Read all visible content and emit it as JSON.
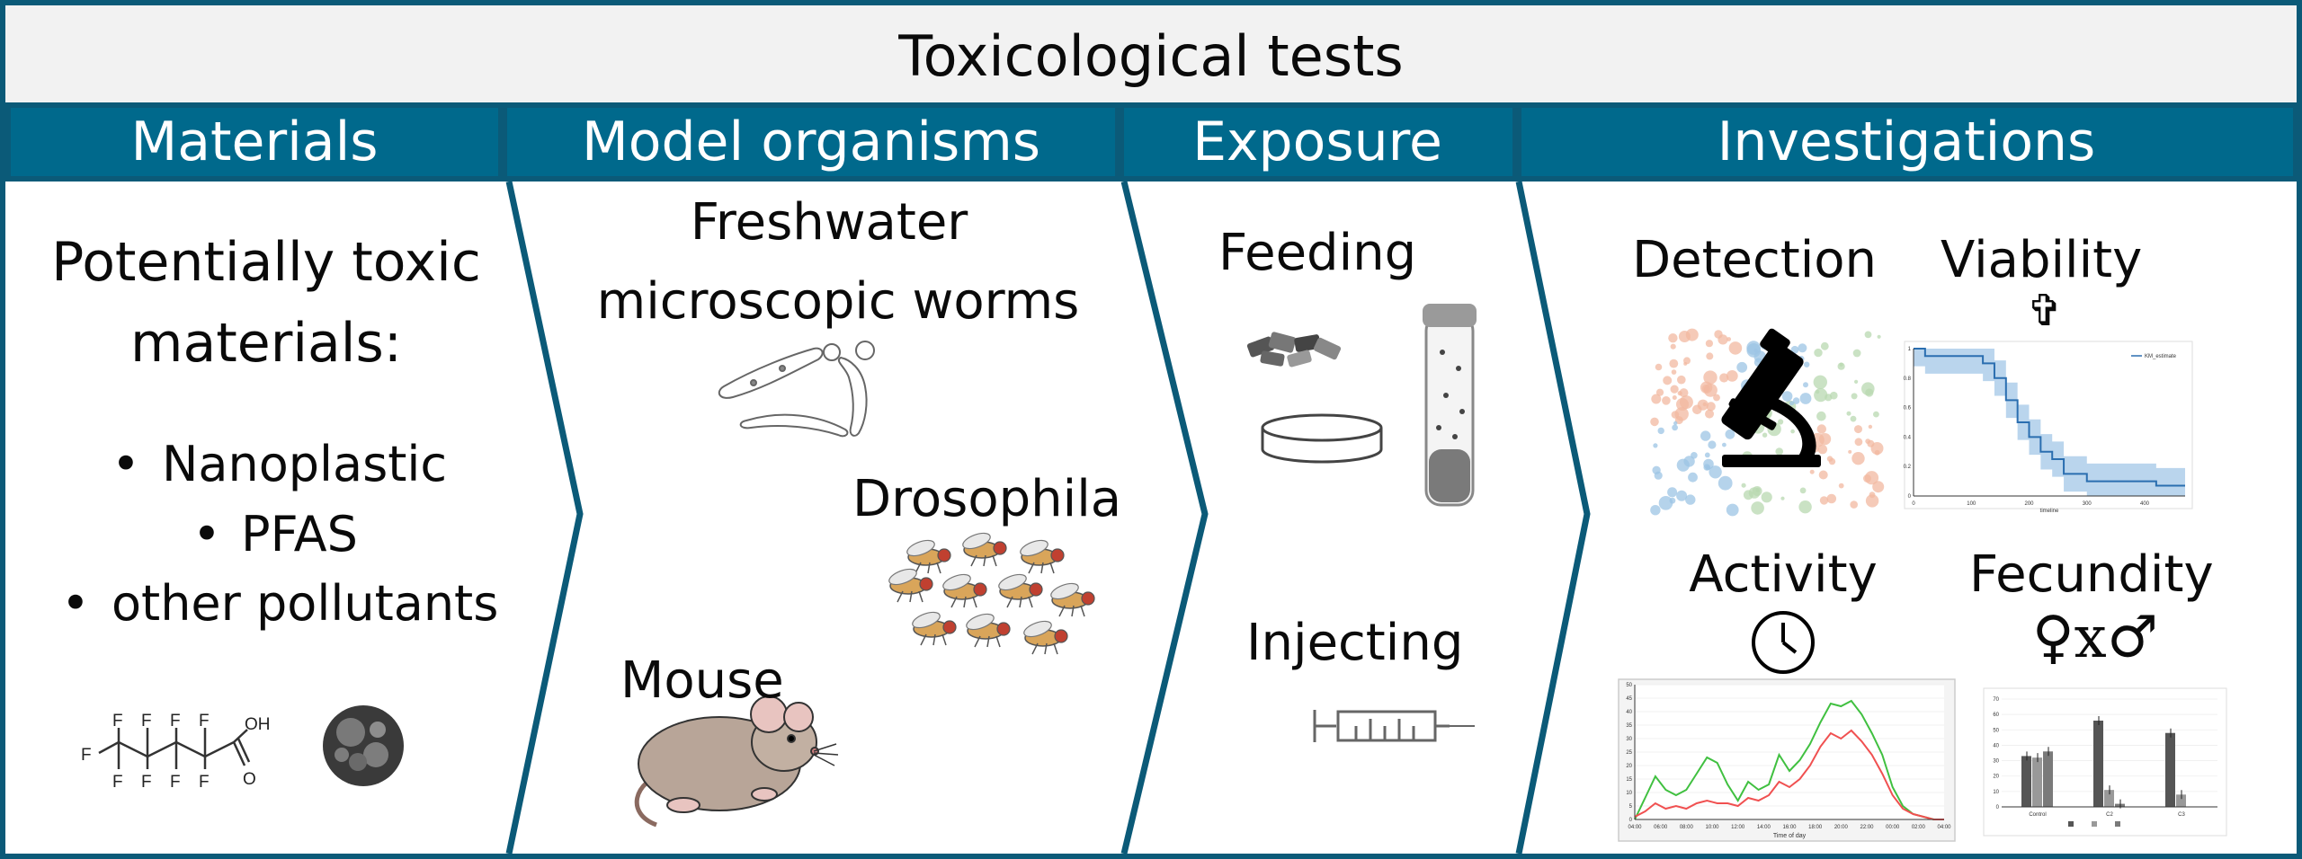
{
  "title": "Toxicological tests",
  "colors": {
    "teal": "#00698c",
    "title_bg": "#f2f2f2",
    "frame": "#0b5a78"
  },
  "headers": {
    "materials": "Materials",
    "model_organisms": "Model organisms",
    "exposure": "Exposure",
    "investigations": "Investigations"
  },
  "materials": {
    "heading_line1": "Potentially toxic",
    "heading_line2": "materials:",
    "bullets": [
      "Nanoplastic",
      "PFAS",
      "other pollutants"
    ],
    "molecule": {
      "fluorine": "F",
      "carboxyl_oh": "OH",
      "carboxyl_o": "O"
    }
  },
  "organisms": {
    "worms_line1": "Freshwater",
    "worms_line2": "microscopic worms",
    "drosophila": "Drosophila",
    "mouse": "Mouse"
  },
  "exposure": {
    "feeding": "Feeding",
    "injecting": "Injecting"
  },
  "investigations": {
    "detection": "Detection",
    "viability": "Viability",
    "viability_symbol": "✞",
    "activity": "Activity",
    "fecundity": "Fecundity",
    "fecundity_symbol": "♀x♂"
  },
  "chart_data": [
    {
      "type": "line",
      "name": "viability-km-plot",
      "legend": [
        "KM_estimate"
      ],
      "xlabel": "timeline",
      "xlim": [
        0,
        470
      ],
      "ylim": [
        0,
        1.0
      ],
      "xticks": [
        0,
        100,
        200,
        300,
        400
      ],
      "yticks": [
        0.0,
        0.2,
        0.4,
        0.6,
        0.8,
        1.0
      ],
      "series": [
        {
          "name": "KM_estimate",
          "x": [
            0,
            20,
            40,
            60,
            80,
            100,
            120,
            140,
            160,
            180,
            200,
            220,
            240,
            260,
            300,
            350,
            400,
            420,
            470
          ],
          "y": [
            1.0,
            0.95,
            0.95,
            0.95,
            0.95,
            0.95,
            0.9,
            0.8,
            0.65,
            0.5,
            0.4,
            0.3,
            0.25,
            0.15,
            0.1,
            0.1,
            0.1,
            0.07,
            0.07
          ]
        }
      ]
    },
    {
      "type": "line",
      "name": "activity-plot",
      "xlabel": "Time of day",
      "ylim": [
        0,
        50
      ],
      "yticks": [
        0,
        5,
        10,
        15,
        20,
        25,
        30,
        35,
        40,
        45,
        50
      ],
      "xticks": [
        "04:00",
        "06:00",
        "08:00",
        "10:00",
        "12:00",
        "14:00",
        "16:00",
        "18:00",
        "20:00",
        "22:00",
        "00:00",
        "02:00",
        "04:00"
      ],
      "series": [
        {
          "name": "green",
          "values": [
            0,
            8,
            16,
            11,
            9,
            11,
            17,
            23,
            21,
            13,
            7,
            14,
            11,
            13,
            24,
            18,
            22,
            28,
            36,
            43,
            42,
            44,
            39,
            32,
            24,
            12,
            5,
            2,
            1,
            0,
            0
          ]
        },
        {
          "name": "red",
          "values": [
            1,
            3,
            6,
            4,
            5,
            4,
            6,
            7,
            6,
            6,
            5,
            8,
            7,
            9,
            14,
            12,
            15,
            20,
            27,
            32,
            30,
            33,
            29,
            24,
            17,
            9,
            4,
            2,
            1,
            0,
            0
          ]
        }
      ]
    },
    {
      "type": "bar",
      "name": "fecundity-plot",
      "ylim": [
        0,
        70
      ],
      "yticks": [
        0,
        10,
        20,
        30,
        40,
        50,
        60,
        70
      ],
      "categories": [
        "Control",
        "C2",
        "C3"
      ],
      "series": [
        {
          "name": "s1",
          "values": [
            33,
            56,
            48
          ]
        },
        {
          "name": "s2",
          "values": [
            32,
            11,
            8
          ]
        },
        {
          "name": "s3",
          "values": [
            36,
            2,
            0
          ]
        }
      ]
    }
  ]
}
